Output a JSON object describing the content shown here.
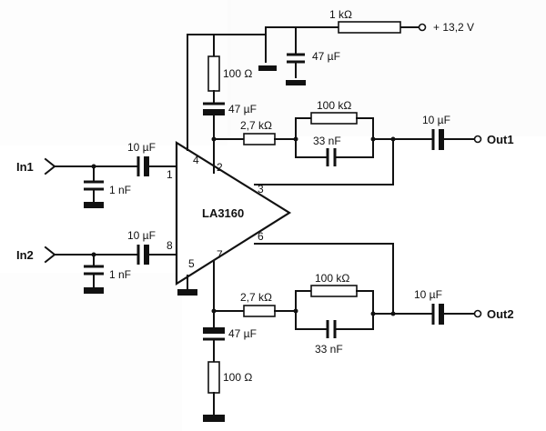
{
  "supply": {
    "label": "+ 13,2 V"
  },
  "ic": {
    "name": "LA3160"
  },
  "inputs": {
    "in1": "In1",
    "in2": "In2"
  },
  "outputs": {
    "out1": "Out1",
    "out2": "Out2"
  },
  "pins": {
    "p1": "1",
    "p2": "2",
    "p3": "3",
    "p4": "4",
    "p5": "5",
    "p6": "6",
    "p7": "7",
    "p8": "8"
  },
  "components": {
    "r_supply": "1 kΩ",
    "c_supply": "47 µF",
    "r_top_100": "100 Ω",
    "c_top_47": "47 µF",
    "r_top_2k7": "2,7 kΩ",
    "r_top_100k": "100 kΩ",
    "c_top_33n": "33 nF",
    "c_out1": "10 µF",
    "c_in1": "10 µF",
    "c_in1_shunt": "1 nF",
    "c_in2": "10 µF",
    "c_in2_shunt": "1 nF",
    "r_bot_2k7": "2,7 kΩ",
    "r_bot_100k": "100 kΩ",
    "c_bot_33n": "33 nF",
    "c_out2": "10 µF",
    "c_bot_47": "47 µF",
    "r_bot_100": "100 Ω"
  }
}
